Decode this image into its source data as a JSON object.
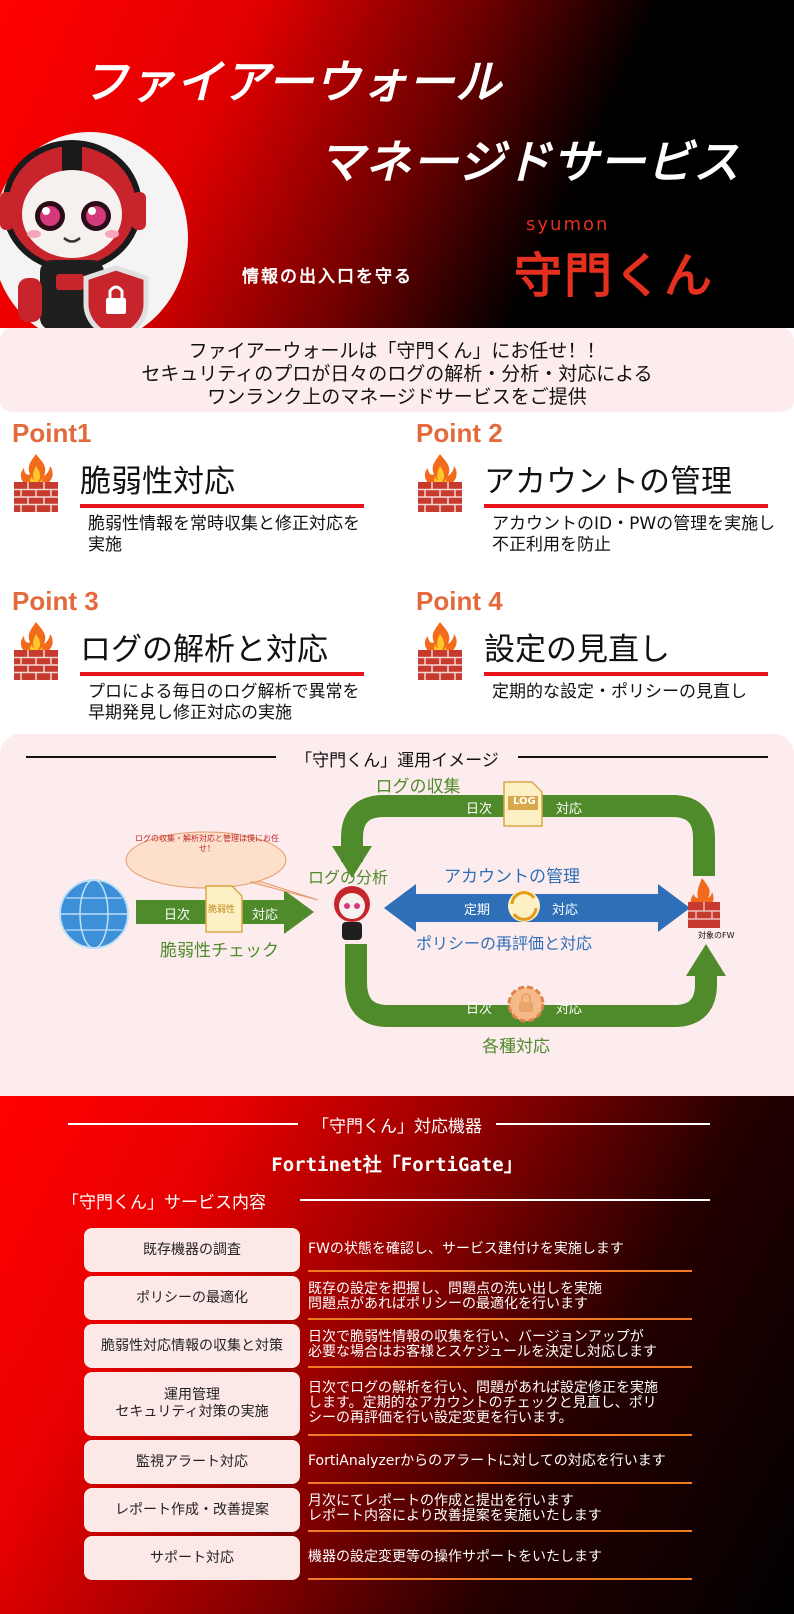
{
  "hero": {
    "title_line1": "ファイアーウォール",
    "title_line2": "マネージドサービス",
    "tagline": "情報の出入口を守る",
    "brand_en": "syumon",
    "brand": "守門くん"
  },
  "intro": {
    "line1": "ファイアーウォールは「守門くん」にお任せ！！",
    "line2": "セキュリティのプロが日々のログの解析・分析・対応による",
    "line3": "ワンランク上のマネージドサービスをご提供"
  },
  "points": [
    {
      "label": "Point1",
      "title": "脆弱性対応",
      "desc": "脆弱性情報を常時収集と修正対応を実施"
    },
    {
      "label": "Point 2",
      "title": "アカウントの管理",
      "desc": "アカウントのID・PWの管理を実施し不正利用を防止"
    },
    {
      "label": "Point 3",
      "title": "ログの解析と対応",
      "desc": "プロによる毎日のログ解析で異常を早期発見し修正対応の実施"
    },
    {
      "label": "Point 4",
      "title": "設定の見直し",
      "desc": "定期的な設定・ポリシーの見直し"
    }
  ],
  "ops": {
    "heading": "「守門くん」運用イメージ",
    "log_collect": "ログの収集",
    "log_badge": "LOG",
    "vuln_badge": "脆弱性",
    "log_analysis": "ログの分析",
    "speech": "ログの収集・解析対応と管理は僕にお任せ！",
    "account_mgmt": "アカウントの管理",
    "policy_review": "ポリシーの再評価と対応",
    "vuln_check": "脆弱性チェック",
    "target_fw": "対象のFW",
    "various": "各種対応",
    "daily": "日次",
    "regular": "定期",
    "respond": "対応"
  },
  "devices": {
    "heading": "「守門くん」対応機器",
    "product": "Fortinet社「FortiGate」",
    "service_heading": "「守門くん」サービス内容"
  },
  "services": [
    {
      "name": "既存機器の調査",
      "desc": "FWの状態を確認し、サービス建付けを実施します"
    },
    {
      "name": "ポリシーの最適化",
      "desc": "既存の設定を把握し、問題点の洗い出しを実施\n問題点があればポリシーの最適化を行います"
    },
    {
      "name": "脆弱性対応情報の収集と対策",
      "desc": "日次で脆弱性情報の収集を行い、バージョンアップが\n必要な場合はお客様とスケジュールを決定し対応します"
    },
    {
      "name": "運用管理\nセキュリティ対策の実施",
      "desc": "日次でログの解析を行い、問題があれば設定修正を実施\nします。定期的なアカウントのチェックと見直し、ポリ\nシーの再評価を行い設定変更を行います。"
    },
    {
      "name": "監視アラート対応",
      "desc": "FortiAnalyzerからのアラートに対しての対応を行います"
    },
    {
      "name": "レポート作成・改善提案",
      "desc": "月次にてレポートの作成と提出を行います\nレポート内容により改善提案を実施いたします"
    },
    {
      "name": "サポート対応",
      "desc": "機器の設定変更等の操作サポートをいたします"
    }
  ],
  "colors": {
    "accent_red": "#e8141c",
    "point_orange": "#e36a3d",
    "green": "#4f8a2b",
    "blue": "#2e6fb8"
  }
}
